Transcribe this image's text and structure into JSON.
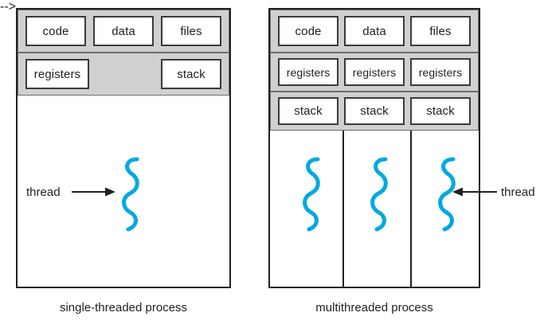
{
  "figure": {
    "title": "single-threaded and multithreaded process diagram",
    "colors": {
      "thread": "#00a9e0",
      "band_fill": "#cfd0d2",
      "band_stroke": "#6d6e70",
      "cell_stroke": "#3b3b3d",
      "frame_stroke": "#231f20",
      "text": "#231f20",
      "page_background": "#ffffff"
    }
  },
  "single_threaded": {
    "caption": "single-threaded process",
    "shared_row": [
      {
        "label": "code"
      },
      {
        "label": "data"
      },
      {
        "label": "files"
      }
    ],
    "per_thread_row": [
      {
        "label": "registers"
      },
      {
        "label": "stack"
      }
    ],
    "threads": [
      {
        "name": "thread-1"
      }
    ],
    "annotation": {
      "label": "thread",
      "arrow_direction": "right"
    }
  },
  "multithreaded": {
    "caption": "multithreaded process",
    "shared_row": [
      {
        "label": "code"
      },
      {
        "label": "data"
      },
      {
        "label": "files"
      }
    ],
    "registers_row": [
      {
        "label": "registers"
      },
      {
        "label": "registers"
      },
      {
        "label": "registers"
      }
    ],
    "stack_row": [
      {
        "label": "stack"
      },
      {
        "label": "stack"
      },
      {
        "label": "stack"
      }
    ],
    "threads": [
      {
        "name": "thread-1"
      },
      {
        "name": "thread-2"
      },
      {
        "name": "thread-3"
      }
    ],
    "annotation": {
      "label": "thread",
      "arrow_direction": "left"
    }
  }
}
